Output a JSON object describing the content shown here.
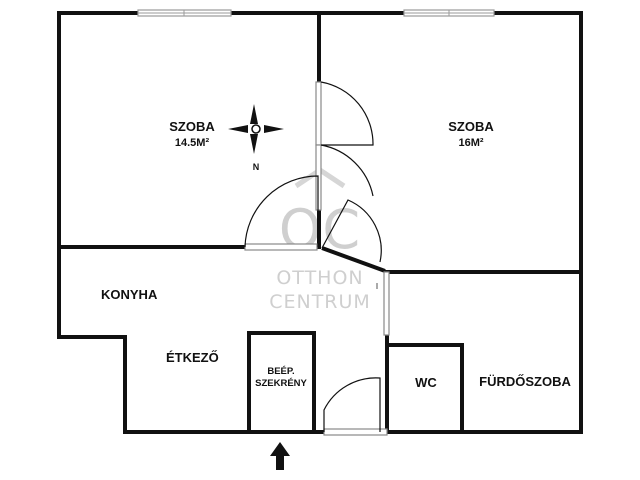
{
  "rooms": {
    "room_left": {
      "name": "SZOBA",
      "area": "14.5M²"
    },
    "room_right": {
      "name": "SZOBA",
      "area": "16M²"
    },
    "kitchen": {
      "name": "KONYHA"
    },
    "dining": {
      "name": "ÉTKEZŐ"
    },
    "closet": {
      "line1": "BEÉP.",
      "line2": "SZEKRÉNY"
    },
    "wc": {
      "name": "WC"
    },
    "bathroom": {
      "name": "FÜRDŐSZOBA"
    }
  },
  "compass": {
    "north_label": "N"
  },
  "watermark": {
    "logo": "OC",
    "line1": "OTTHON",
    "line2": "CENTRUM"
  },
  "colors": {
    "wall": "#111111",
    "window": "#9a9a9a",
    "watermark": "#cfcfcf"
  }
}
